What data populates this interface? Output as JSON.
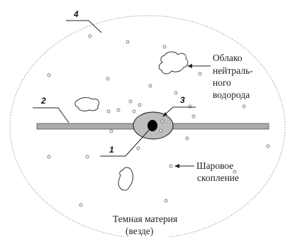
{
  "labels": {
    "halo_num": "4",
    "disk_num": "2",
    "bulge_num": "3",
    "core_num": "1"
  },
  "annotations": {
    "cloud_lines": [
      "Облако",
      "нейтраль-",
      "ного",
      "водорода"
    ],
    "cluster_lines": [
      "Шаровое",
      "скопление"
    ],
    "dark_matter_lines": [
      "Темная материя",
      "(везде)"
    ]
  },
  "colors": {
    "ink": "#222222",
    "halo": "#888888",
    "disk_fill": "#aaaaaa",
    "bulge_fill": "#bdbdbd",
    "core": "#000000",
    "star": "#777777"
  }
}
